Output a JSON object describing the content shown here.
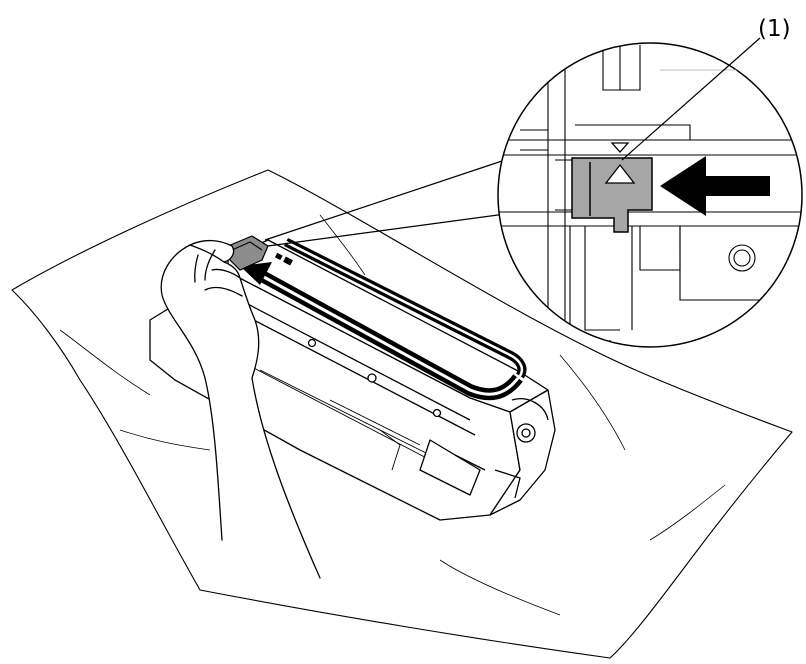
{
  "callout": {
    "label": "(1)"
  },
  "colors": {
    "line": "#000000",
    "background": "#ffffff",
    "slider_fill": "#a6a6a6",
    "tab_fill": "#8c8c8c",
    "gray_detail": "#bdbdbd"
  },
  "icons": {
    "arrow_main": "long-return-arrow",
    "arrow_zoom": "right-to-left-arrow",
    "slider_mark": "triangle-up"
  }
}
